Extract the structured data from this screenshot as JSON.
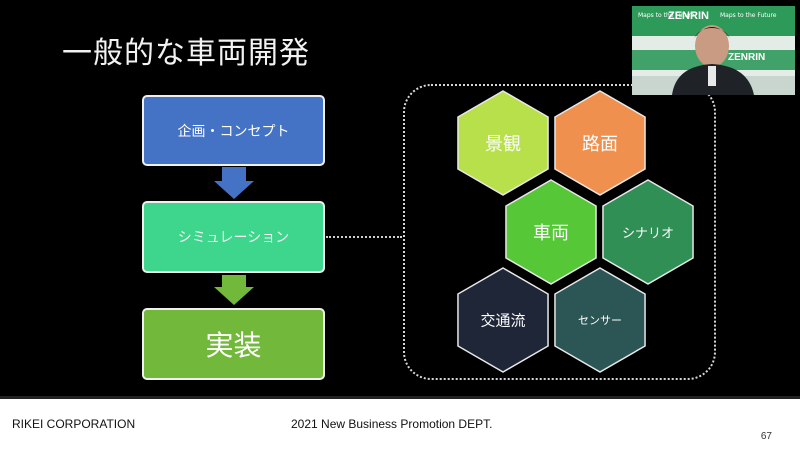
{
  "slide": {
    "title": "一般的な車両開発",
    "flow": {
      "plan_label": "企画・コンセプト",
      "simulation_label": "シミュレーション",
      "implementation_label": "実装"
    },
    "hexagons": [
      {
        "id": "landscape",
        "label": "景観",
        "color": "#b7e04b",
        "text_size": 18
      },
      {
        "id": "road",
        "label": "路面",
        "color": "#f0904e",
        "text_size": 18
      },
      {
        "id": "vehicle",
        "label": "車両",
        "color": "#56c737",
        "text_size": 18
      },
      {
        "id": "scenario",
        "label": "シナリオ",
        "color": "#2f8f55",
        "text_size": 13
      },
      {
        "id": "traffic",
        "label": "交通流",
        "color": "#1f2638",
        "text_size": 15
      },
      {
        "id": "sensor",
        "label": "センサー",
        "color": "#2c5555",
        "text_size": 11
      }
    ]
  },
  "footer": {
    "company": "RIKEI CORPORATION",
    "department": "2021 New Business Promotion DEPT.",
    "page_number": "67"
  },
  "video_overlay": {
    "banner_text_1": "ZENRIN",
    "banner_text_2": "ZENRIN",
    "tagline_1": "Maps to the Future",
    "tagline_2": "Maps to the Future"
  },
  "colors": {
    "background": "#000000",
    "arrow": "#4472c4",
    "arrow_green": "#72b83a",
    "frame": "#d8d8d8"
  }
}
